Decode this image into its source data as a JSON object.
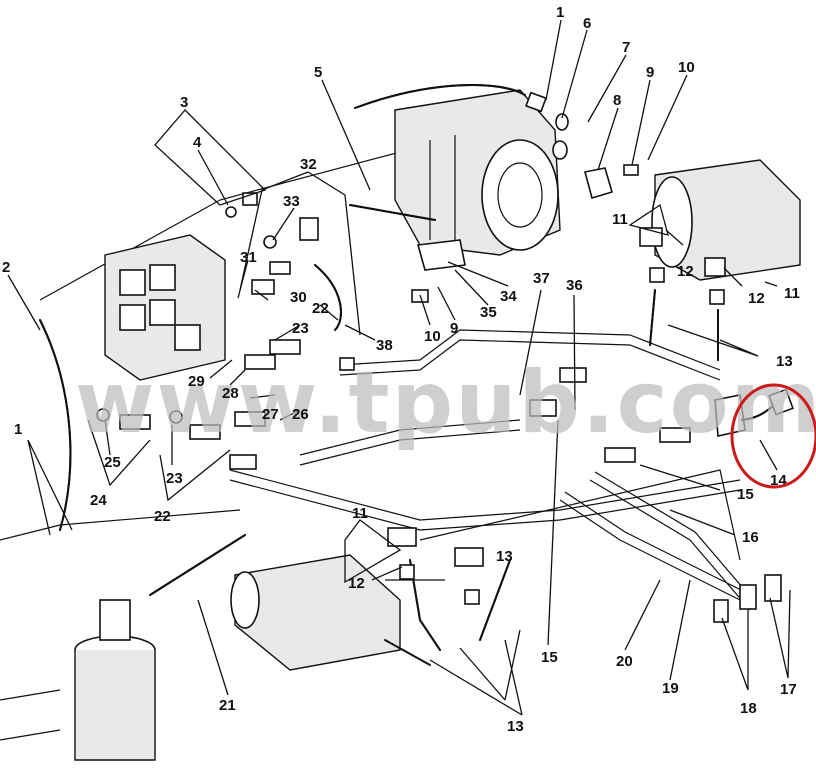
{
  "watermark": "www.tpub.com",
  "callouts": {
    "c1a": "1",
    "c6": "6",
    "c7": "7",
    "c9a": "9",
    "c10a": "10",
    "c8": "8",
    "c5": "5",
    "c3": "3",
    "c4": "4",
    "c32": "32",
    "c33": "33",
    "c2": "2",
    "c31": "31",
    "c30": "30",
    "c22a": "22",
    "c23a": "23",
    "c38": "38",
    "c37": "37",
    "c36": "36",
    "c11a": "11",
    "c12a": "12",
    "c12b": "12",
    "c11b": "11",
    "c13a": "13",
    "c34": "34",
    "c35": "35",
    "c9b": "9",
    "c10b": "10",
    "c29": "29",
    "c28": "28",
    "c27": "27",
    "c26": "26",
    "c1b": "1",
    "c25": "25",
    "c24": "24",
    "c23b": "23",
    "c22b": "22",
    "c14": "14",
    "c15a": "15",
    "c16": "16",
    "c11c": "11",
    "c12c": "12",
    "c13b": "13",
    "c15b": "15",
    "c20": "20",
    "c19": "19",
    "c18": "18",
    "c17": "17",
    "c21": "21",
    "c13c": "13"
  },
  "highlight": {
    "target": "14",
    "color": "#cc1a1a"
  }
}
